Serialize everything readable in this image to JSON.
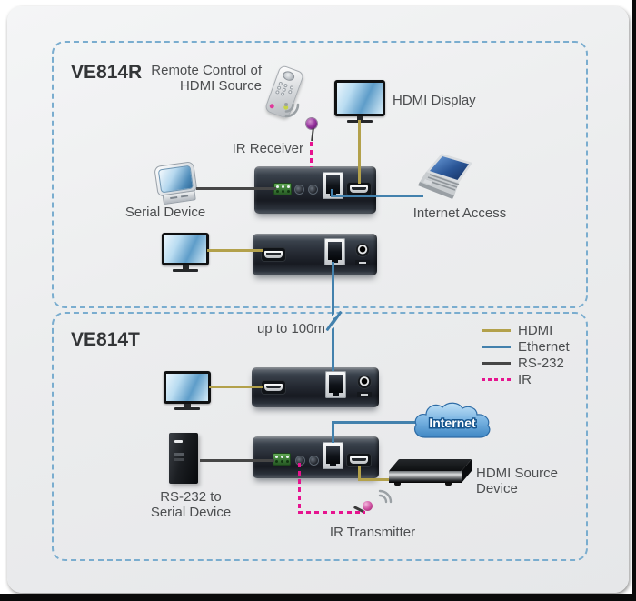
{
  "sections": {
    "receiver": {
      "label": "VE814R"
    },
    "transmitter": {
      "label": "VE814T"
    }
  },
  "devices": {
    "remote_label_line1": "Remote Control of",
    "remote_label_line2": "HDMI Source",
    "hdmi_display": "HDMI Display",
    "ir_receiver": "IR Receiver",
    "serial_device": "Serial Device",
    "internet_access": "Internet Access",
    "internet_cloud": "Internet",
    "hdmi_source_line1": "HDMI Source",
    "hdmi_source_line2": "Device",
    "rs232_line1": "RS-232 to",
    "rs232_line2": "Serial Device",
    "ir_transmitter": "IR Transmitter"
  },
  "connection": {
    "distance": "up to 100m"
  },
  "legend": {
    "items": [
      {
        "label": "HDMI",
        "color": "#b3a14b",
        "style": "solid"
      },
      {
        "label": "Ethernet",
        "color": "#4381ad",
        "style": "solid"
      },
      {
        "label": "RS-232",
        "color": "#464646",
        "style": "solid"
      },
      {
        "label": "IR",
        "color": "#e6138f",
        "style": "dashed"
      }
    ]
  },
  "colors": {
    "hdmi_line": "#b3a14b",
    "ethernet_line": "#4381ad",
    "rs232_line": "#464646",
    "ir_line": "#e6138f",
    "section_border": "#7aadcf"
  }
}
